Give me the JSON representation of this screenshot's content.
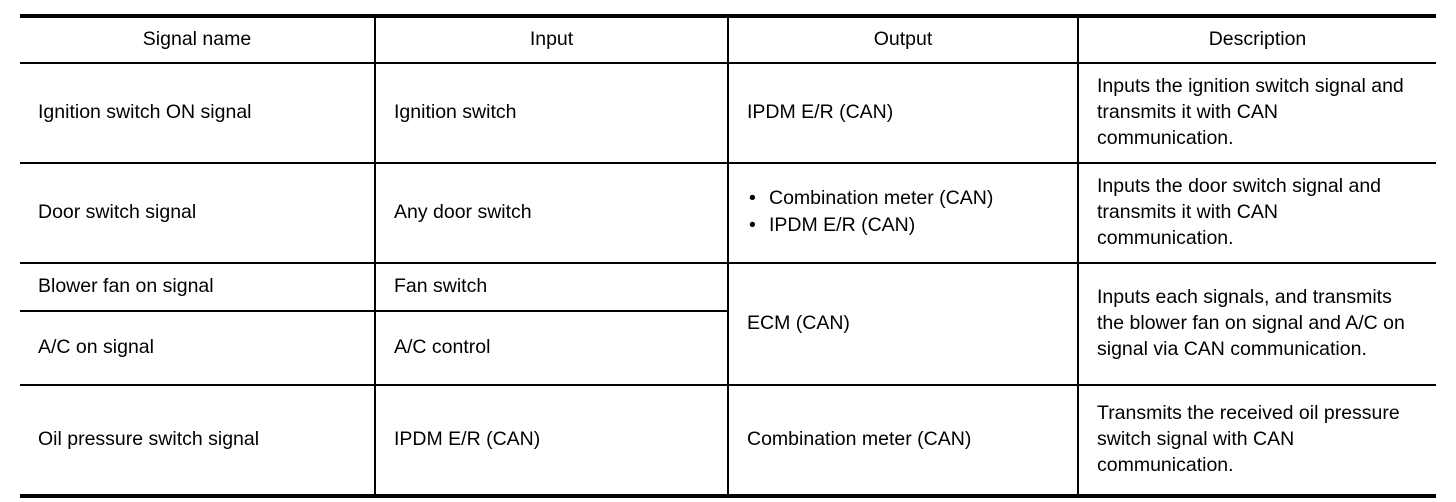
{
  "table": {
    "columns": [
      {
        "key": "signal_name",
        "label": "Signal name"
      },
      {
        "key": "input",
        "label": "Input"
      },
      {
        "key": "output",
        "label": "Output"
      },
      {
        "key": "description",
        "label": "Description"
      }
    ],
    "rows": [
      {
        "signal_name": "Ignition switch ON signal",
        "input": "Ignition switch",
        "output": "IPDM E/R (CAN)",
        "description": "Inputs the ignition switch signal and transmits it with CAN communication."
      },
      {
        "signal_name": "Door switch signal",
        "input": "Any door switch",
        "output_bullets": [
          "Combination meter (CAN)",
          "IPDM E/R (CAN)"
        ],
        "description": "Inputs the door switch signal and transmits it with CAN communication."
      },
      {
        "signal_name": "Blower fan on signal",
        "input": "Fan switch",
        "output": "ECM (CAN)",
        "description": "Inputs each signals, and transmits the blower fan on signal and A/C on signal via CAN communication."
      },
      {
        "signal_name": "A/C on signal",
        "input": "A/C control"
      },
      {
        "signal_name": "Oil pressure switch signal",
        "input": "IPDM E/R (CAN)",
        "output": "Combination meter (CAN)",
        "description": "Transmits the received oil pressure switch signal with CAN communication."
      }
    ],
    "bullet_glyph": "•",
    "merged_cells": [
      {
        "column": "output",
        "rows": [
          2,
          3
        ],
        "value": "ECM (CAN)"
      },
      {
        "column": "description",
        "rows": [
          2,
          3
        ],
        "value": "Inputs each signals, and transmits the blower fan on signal and A/C on signal via CAN communication."
      }
    ]
  },
  "colors": {
    "rule": "#000000",
    "background": "#ffffff",
    "text": "#000000"
  }
}
